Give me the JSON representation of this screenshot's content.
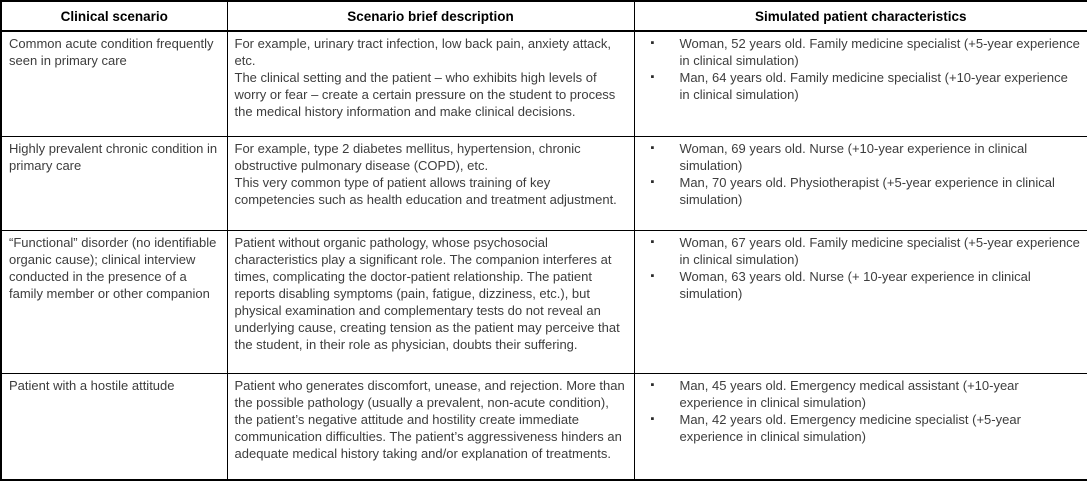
{
  "table": {
    "headers": {
      "scenario": "Clinical scenario",
      "description": "Scenario brief description",
      "patients": "Simulated patient characteristics"
    },
    "bullet_glyph": "▪",
    "border_color": "#000000",
    "text_color": "#3d3d3d",
    "rows": [
      {
        "scenario": "Common acute condition frequently seen in primary care",
        "description": [
          "For example, urinary tract infection, low back pain, anxiety attack, etc.",
          "The clinical setting and the patient – who exhibits high levels of worry or fear – create a certain pressure on the student to process the medical history information and make clinical decisions."
        ],
        "patients": [
          "Woman, 52 years old. Family medicine specialist (+5-year experience in clinical simulation)",
          "Man, 64 years old. Family medicine specialist (+10-year experience in clinical simulation)"
        ]
      },
      {
        "scenario": "Highly prevalent chronic condition in primary care",
        "description": [
          "For example, type 2 diabetes mellitus, hypertension, chronic obstructive pulmonary disease (COPD), etc.",
          "This very common type of patient allows training of key competencies such as health education and treatment adjustment."
        ],
        "patients": [
          "Woman, 69 years old. Nurse (+10-year experience in clinical simulation)",
          "Man, 70 years old. Physiotherapist (+5-year experience in clinical simulation)"
        ]
      },
      {
        "scenario": "“Functional” disorder (no identifiable organic cause); clinical interview conducted in the presence of a family member or other companion",
        "description": [
          "Patient without organic pathology, whose psychosocial characteristics play a significant role. The companion interferes at times, complicating the doctor-patient relationship. The patient reports disabling symptoms (pain, fatigue, dizziness, etc.), but physical examination and complementary tests do not reveal an underlying cause, creating tension as the patient may perceive that the student, in their role as physician, doubts their suffering."
        ],
        "patients": [
          "Woman, 67 years old. Family medicine specialist (+5-year experience in clinical simulation)",
          "Woman, 63 years old. Nurse (+ 10-year experience in clinical simulation)"
        ]
      },
      {
        "scenario": "Patient with a hostile attitude",
        "description": [
          "Patient who generates discomfort, unease, and rejection. More than the possible pathology (usually a prevalent, non-acute condition), the patient’s negative attitude and hostility create immediate communication difficulties. The patient’s aggressiveness hinders an adequate medical history taking and/or explanation of treatments."
        ],
        "patients": [
          "Man, 45 years old. Emergency medical assistant (+10-year experience in clinical simulation)",
          "Man, 42 years old. Emergency medicine specialist (+5-year experience in clinical simulation)"
        ]
      }
    ]
  }
}
